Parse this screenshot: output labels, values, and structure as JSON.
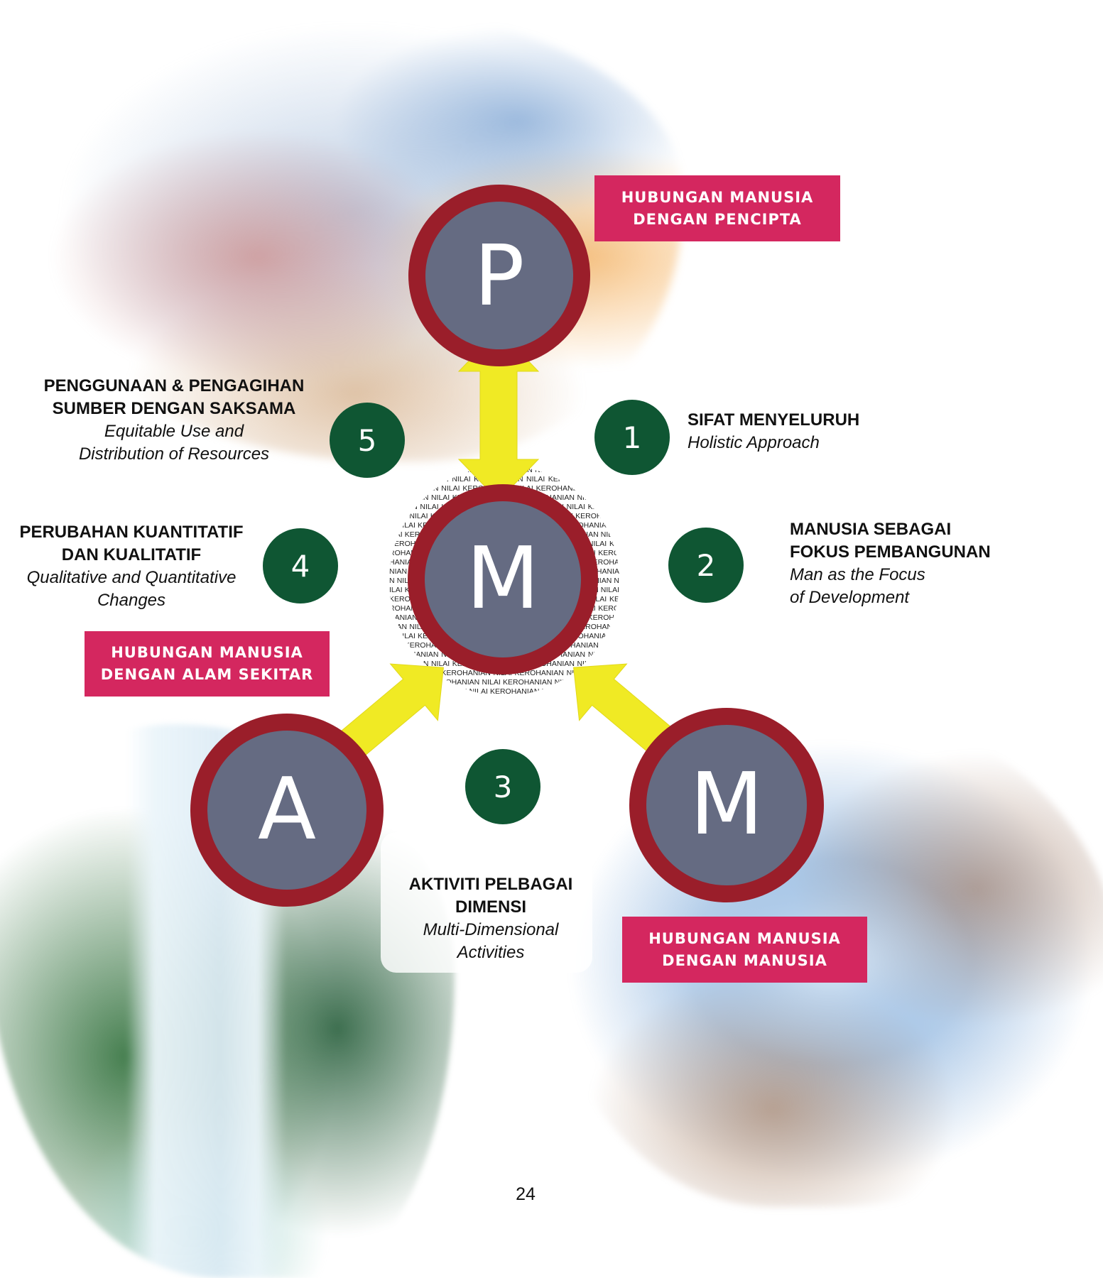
{
  "circles": {
    "top": "P",
    "center": "M",
    "left": "A",
    "right": "M"
  },
  "ring_text": "NILAI KEROHANIAN",
  "labels": {
    "pencipta": [
      "HUBUNGAN MANUSIA",
      "DENGAN PENCIPTA"
    ],
    "alam": [
      "HUBUNGAN MANUSIA",
      "DENGAN ALAM SEKITAR"
    ],
    "manusia": [
      "HUBUNGAN MANUSIA",
      "DENGAN MANUSIA"
    ]
  },
  "principles": [
    {
      "number": "1",
      "title_lines": [
        "SIFAT MENYELURUH"
      ],
      "subtitle_lines": [
        "Holistic Approach"
      ]
    },
    {
      "number": "2",
      "title_lines": [
        "MANUSIA SEBAGAI",
        "FOKUS PEMBANGUNAN"
      ],
      "subtitle_lines": [
        "Man as the Focus",
        "of Development"
      ]
    },
    {
      "number": "3",
      "title_lines": [
        "AKTIVITI PELBAGAI",
        "DIMENSI"
      ],
      "subtitle_lines": [
        "Multi-Dimensional",
        "Activities"
      ]
    },
    {
      "number": "4",
      "title_lines": [
        "PERUBAHAN KUANTITATIF",
        "DAN KUALITATIF"
      ],
      "subtitle_lines": [
        "Qualitative and Quantitative",
        "Changes"
      ]
    },
    {
      "number": "5",
      "title_lines": [
        "PENGGUNAAN & PENGAGIHAN",
        "SUMBER DENGAN SAKSAMA"
      ],
      "subtitle_lines": [
        "Equitable Use and",
        "Distribution of Resources"
      ]
    }
  ],
  "page_number": "24",
  "colors": {
    "label_pink": "#d4275f",
    "circle_fill": "#656b82",
    "circle_ring": "#9a1e2a",
    "number_green": "#0f5633",
    "arrow_yellow": "#f0ea24"
  },
  "icons": {
    "arrow": "double-headed-arrow-icon"
  }
}
